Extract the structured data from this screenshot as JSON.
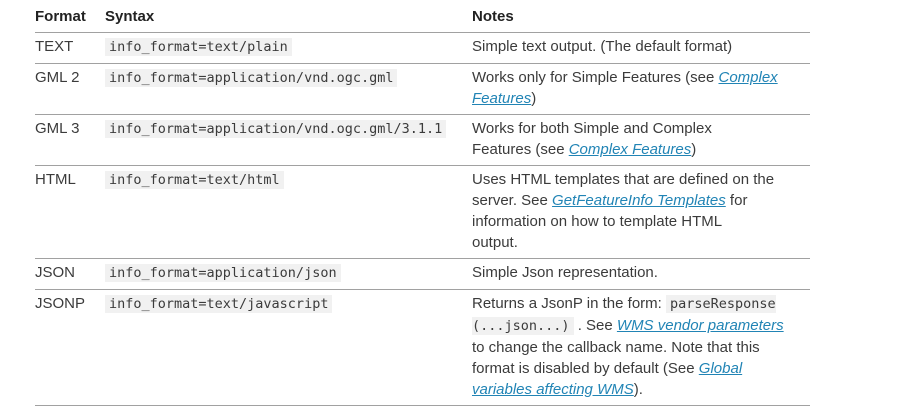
{
  "colors": {
    "link": "#2184b5",
    "text": "#3b3b3b",
    "header_text": "#222222",
    "code_bg": "#f1f1f1",
    "border": "#a1a1a1",
    "page_bg": "#ffffff"
  },
  "table": {
    "headers": [
      {
        "label": "Format"
      },
      {
        "label": "Syntax"
      },
      {
        "label": "Notes"
      }
    ],
    "rows": [
      {
        "format": "TEXT",
        "syntax": "info_format=text/plain",
        "notes": [
          {
            "type": "text",
            "text": "Simple text output. (The default format)"
          }
        ]
      },
      {
        "format": "GML 2",
        "syntax": "info_format=application/vnd.ogc.gml",
        "notes": [
          {
            "type": "text",
            "text": "Works only for Simple Features (see "
          },
          {
            "type": "link",
            "text": "Complex\nFeatures"
          },
          {
            "type": "text",
            "text": ")"
          }
        ]
      },
      {
        "format": "GML 3",
        "syntax": "info_format=application/vnd.ogc.gml/3.1.1",
        "notes": [
          {
            "type": "text",
            "text": "Works for both Simple and Complex\nFeatures (see "
          },
          {
            "type": "link",
            "text": "Complex Features"
          },
          {
            "type": "text",
            "text": ")"
          }
        ]
      },
      {
        "format": "HTML",
        "syntax": "info_format=text/html",
        "notes": [
          {
            "type": "text",
            "text": "Uses HTML templates that are defined on the\nserver. See "
          },
          {
            "type": "link",
            "text": "GetFeatureInfo Templates"
          },
          {
            "type": "text",
            "text": " for\ninformation on how to template HTML\noutput."
          }
        ]
      },
      {
        "format": "JSON",
        "syntax": "info_format=application/json",
        "notes": [
          {
            "type": "text",
            "text": "Simple Json representation."
          }
        ]
      },
      {
        "format": "JSONP",
        "syntax": "info_format=text/javascript",
        "notes": [
          {
            "type": "text",
            "text": "Returns a JsonP in the form: "
          },
          {
            "type": "code",
            "text": "parseResponse\n(...json...)"
          },
          {
            "type": "text",
            "text": " . See "
          },
          {
            "type": "link",
            "text": "WMS vendor parameters"
          },
          {
            "type": "text",
            "text": "\nto change the callback name. Note that this\nformat is disabled by default (See "
          },
          {
            "type": "link",
            "text": "Global\nvariables affecting WMS"
          },
          {
            "type": "text",
            "text": ")."
          }
        ]
      }
    ]
  }
}
